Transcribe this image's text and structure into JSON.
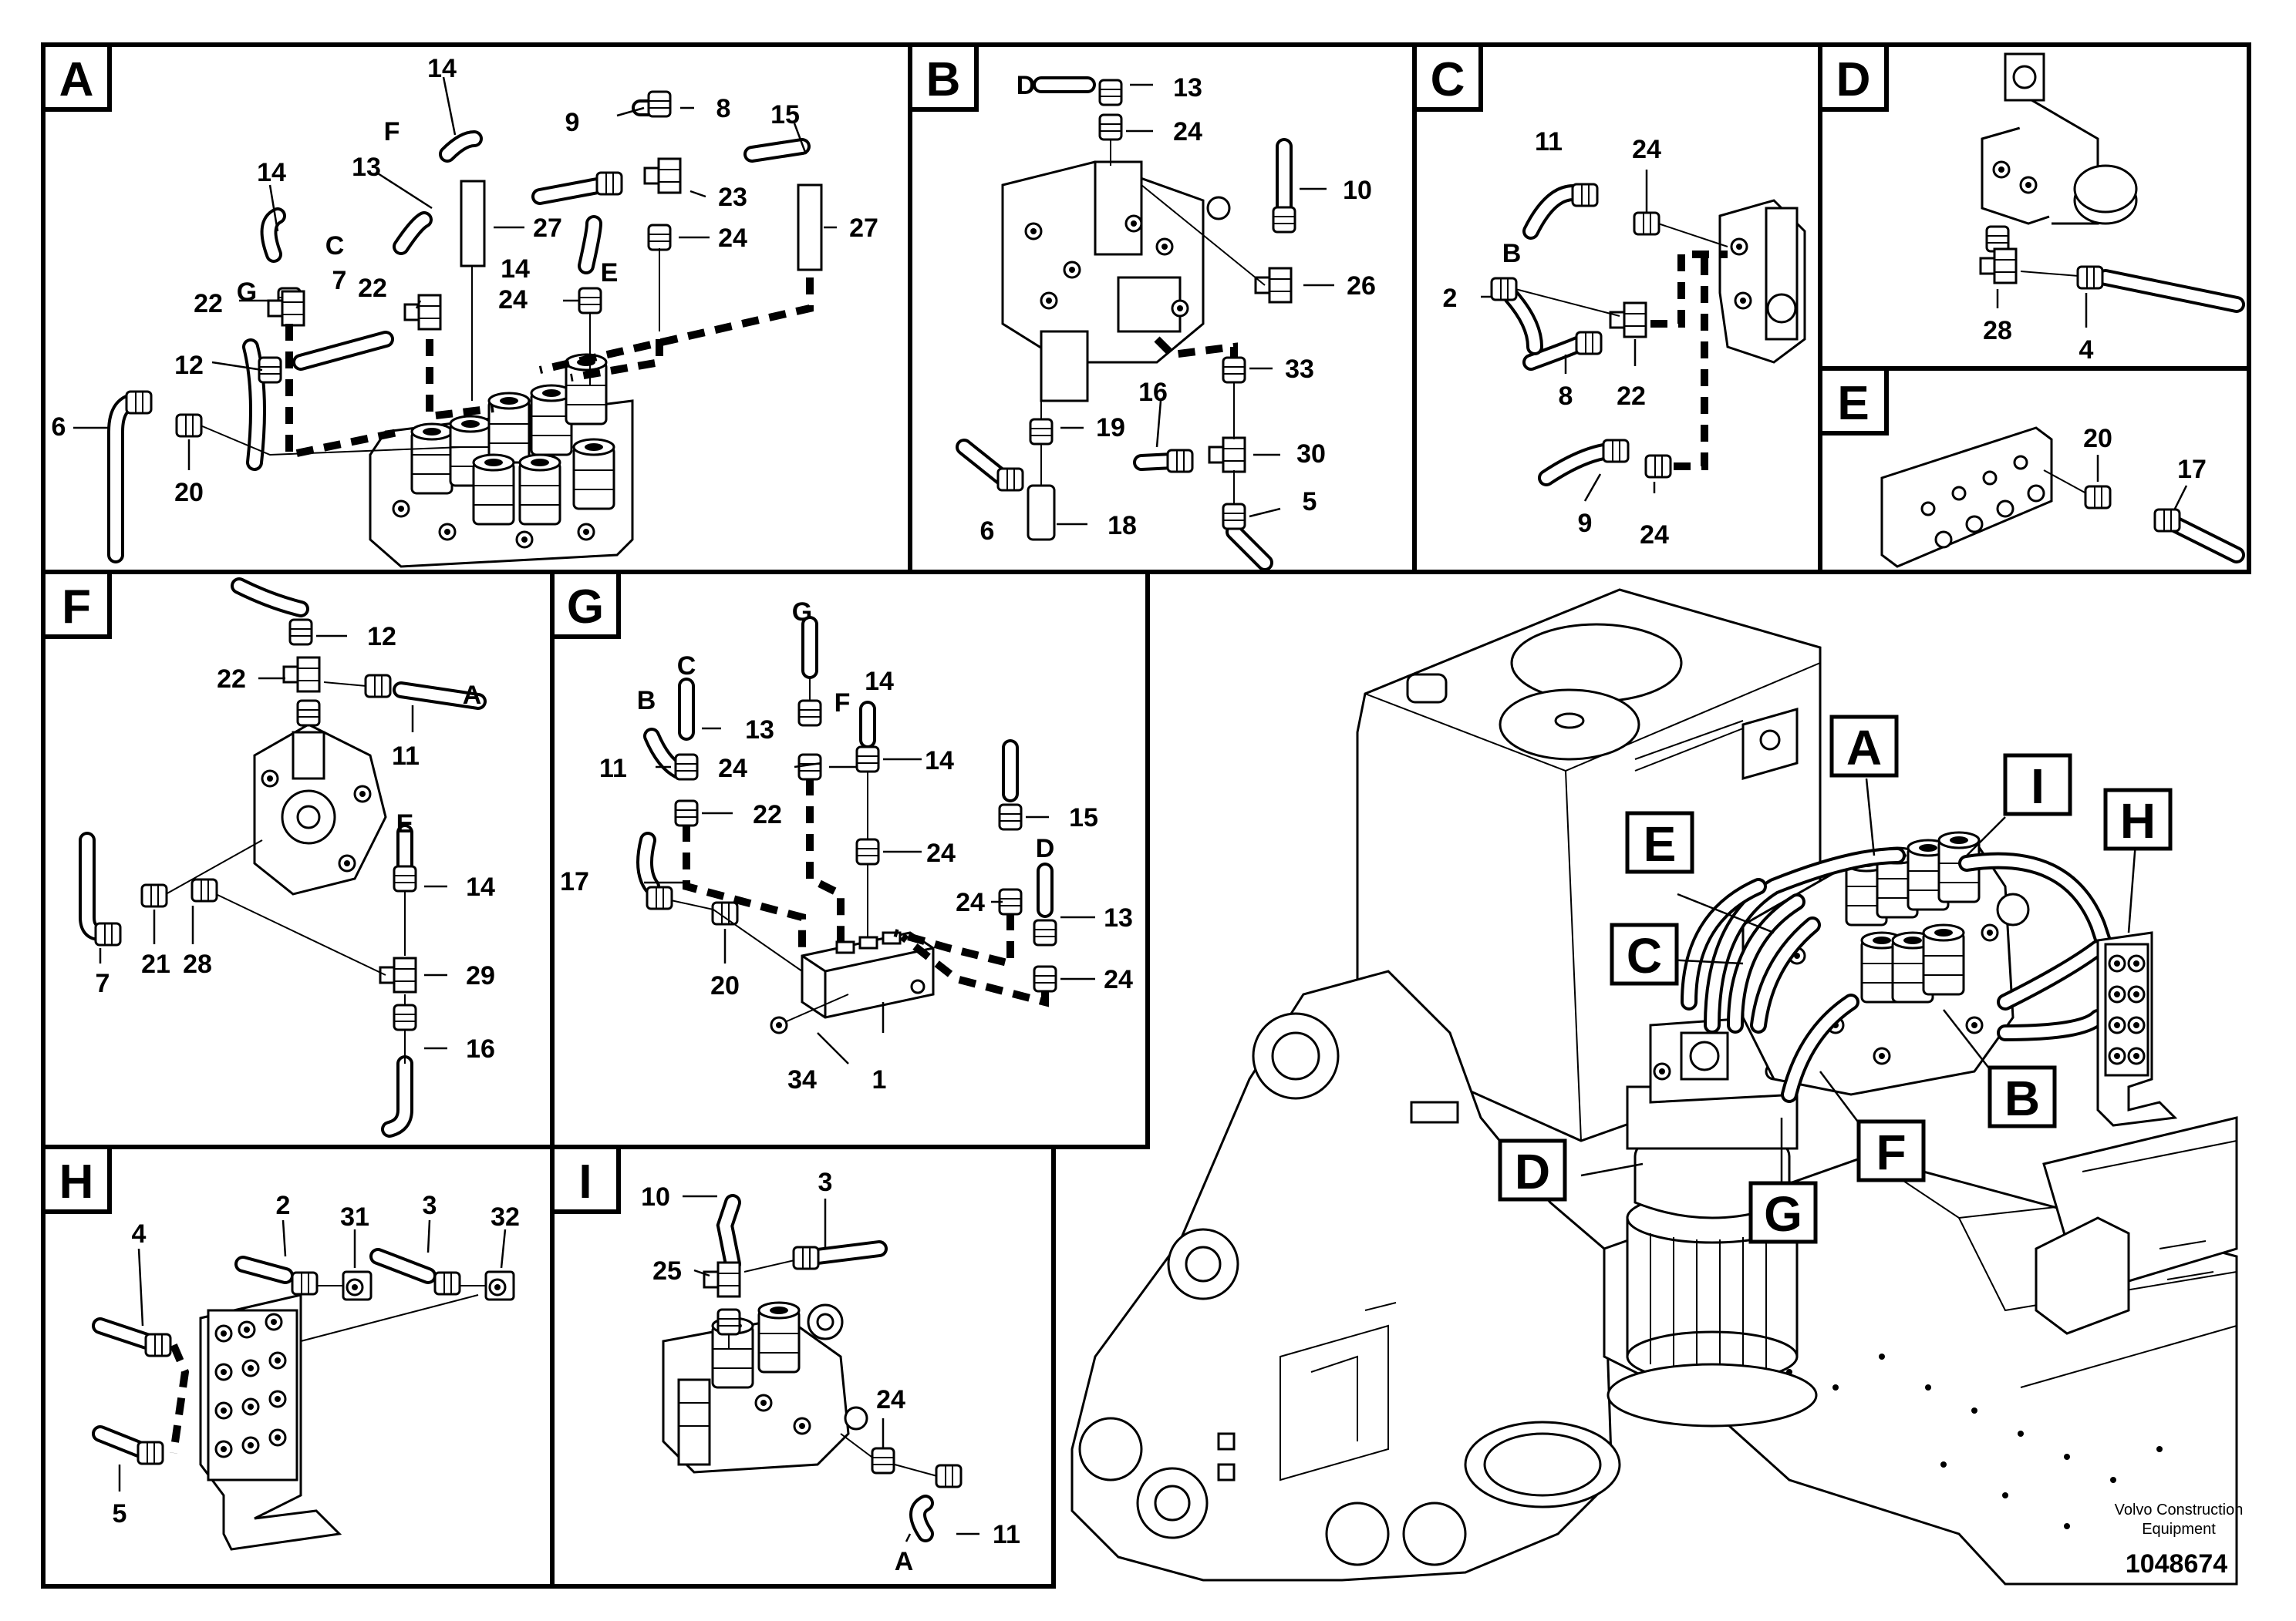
{
  "panels": {
    "A": {
      "letter": "A",
      "labels": [
        "14",
        "F",
        "15",
        "9",
        "8",
        "13",
        "14",
        "C",
        "27",
        "23",
        "27",
        "22",
        "G",
        "7",
        "22",
        "14",
        "E",
        "24",
        "24",
        "12",
        "6",
        "20"
      ]
    },
    "B": {
      "letter": "B",
      "labels": [
        "D",
        "13",
        "24",
        "10",
        "26",
        "16",
        "33",
        "19",
        "30",
        "6",
        "18",
        "5"
      ]
    },
    "C": {
      "letter": "C",
      "labels": [
        "11",
        "24",
        "B",
        "2",
        "8",
        "22",
        "9",
        "24"
      ]
    },
    "D": {
      "letter": "D",
      "labels": [
        "28",
        "4"
      ]
    },
    "E": {
      "letter": "E",
      "labels": [
        "20",
        "17"
      ]
    },
    "F": {
      "letter": "F",
      "labels": [
        "12",
        "22",
        "A",
        "11",
        "E",
        "14",
        "7",
        "21",
        "28",
        "29",
        "16"
      ]
    },
    "G": {
      "letter": "G",
      "labels": [
        "G",
        "C",
        "14",
        "B",
        "13",
        "F",
        "14",
        "11",
        "24",
        "22",
        "15",
        "17",
        "24",
        "D",
        "24",
        "13",
        "20",
        "24",
        "34",
        "1"
      ]
    },
    "H": {
      "letter": "H",
      "labels": [
        "2",
        "31",
        "3",
        "32",
        "4",
        "5"
      ]
    },
    "I": {
      "letter": "I",
      "labels": [
        "10",
        "3",
        "25",
        "24",
        "A",
        "11"
      ]
    }
  },
  "overview": {
    "callouts": [
      "A",
      "I",
      "E",
      "H",
      "C",
      "B",
      "F",
      "D",
      "G"
    ]
  },
  "footer": {
    "company_line1": "Volvo Construction",
    "company_line2": "Equipment",
    "document_number": "1048674"
  }
}
